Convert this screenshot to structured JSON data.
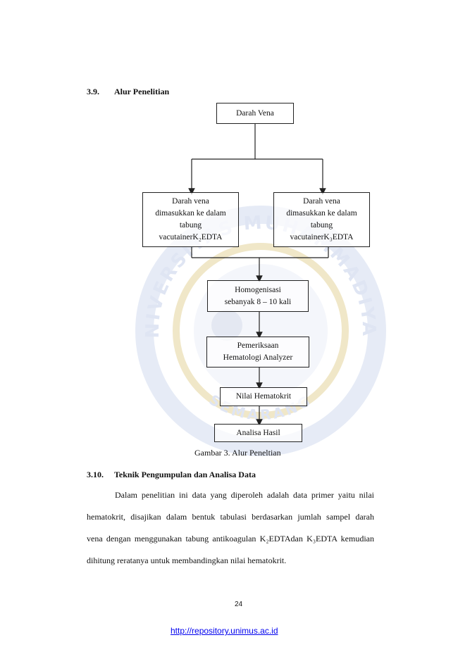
{
  "section_3_9": {
    "number": "3.9.",
    "title": "Alur Penelitian"
  },
  "flowchart": {
    "box_top": "Darah Vena",
    "box_left_lines": [
      "Darah vena",
      "dimasukkan ke dalam",
      "tabung",
      "vacutainerK₂EDTA"
    ],
    "box_right_lines": [
      "Darah vena",
      "dimasukkan ke dalam",
      "tabung",
      "vacutainerK₃EDTA"
    ],
    "box_homog_lines": [
      "Homogenisasi",
      "sebanyak 8 – 10 kali"
    ],
    "box_exam_lines": [
      "Pemeriksaan",
      "Hematologi Analyzer"
    ],
    "box_hct": "Nilai Hematokrit",
    "box_analysis": "Analisa Hasil",
    "caption": "Gambar 3. Alur Peneltian"
  },
  "section_3_10": {
    "number": "3.10.",
    "title": "Teknik Pengumpulan dan Analisa Data",
    "para_lines": [
      "Dalam penelitian ini data yang diperoleh adalah data primer yaitu nilai",
      "hematokrit, disajikan dalam bentuk tabulasi berdasarkan jumlah sampel darah",
      "vena dengan menggunakan tabung antikoagulan K₂EDTAdan K₃EDTA kemudian",
      "dihitung reratanya untuk membandingkan nilai hematokrit."
    ]
  },
  "footer": {
    "page_number": "24",
    "url": "http://repository.unimus.ac.id"
  },
  "watermark": {
    "text_top": "UNIVERSITAS MUHAMMADIYAH",
    "text_bottom": "SEMARANG"
  }
}
